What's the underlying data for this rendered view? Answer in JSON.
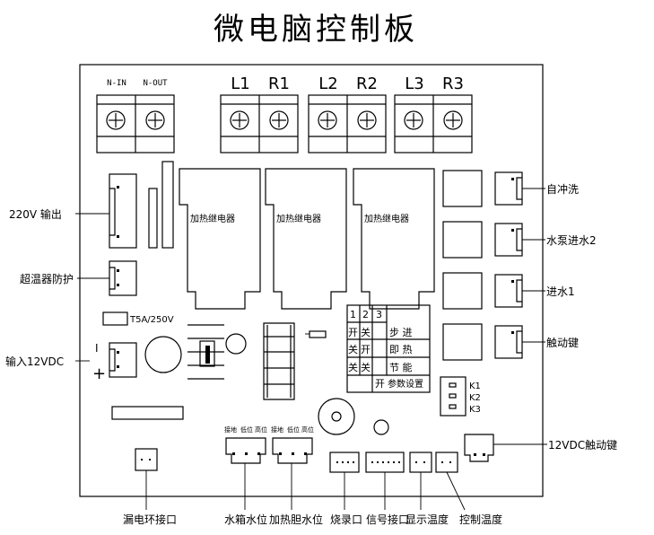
{
  "title": "微电脑控制板",
  "terminals": {
    "n_in": "N-IN",
    "n_out": "N-OUT",
    "l1": "L1",
    "r1": "R1",
    "l2": "L2",
    "r2": "R2",
    "l3": "L3",
    "r3": "R3"
  },
  "relays": [
    "加热继电器",
    "加热继电器",
    "加热继电器"
  ],
  "fuse_label": "T5A/250V",
  "polarity": {
    "minus": "I",
    "plus": "+"
  },
  "left_labels": {
    "out_220v": "220V 输出",
    "overheat": "超温器防护",
    "in_12vdc": "输入12VDC"
  },
  "right_labels": {
    "auto_flush": "自冲洗",
    "pump_in": "水泵进水2",
    "water_in": "进水1",
    "touch_key": "触动键",
    "dc_touch_key": "12VDC触动键"
  },
  "keys": [
    "K1",
    "K2",
    "K3"
  ],
  "dip_table": {
    "header": [
      "1",
      "2",
      "3"
    ],
    "rows": [
      {
        "s1": "开",
        "s2": "关",
        "mode": "步  进"
      },
      {
        "s1": "关",
        "s2": "开",
        "mode": "即  热"
      },
      {
        "s1": "关",
        "s2": "关",
        "mode": "节  能"
      }
    ],
    "footer": "开",
    "footer_note": "参数设置"
  },
  "level_connector_labels": [
    "接地",
    "低位",
    "高位"
  ],
  "bottom_labels": {
    "leak_ring": "漏电环接口",
    "tank_level": "水箱水位",
    "heater_level": "加热胆水位",
    "program_port": "烧录口",
    "signal_port": "信号接口",
    "display_temp": "显示温度",
    "control_temp": "控制温度"
  }
}
